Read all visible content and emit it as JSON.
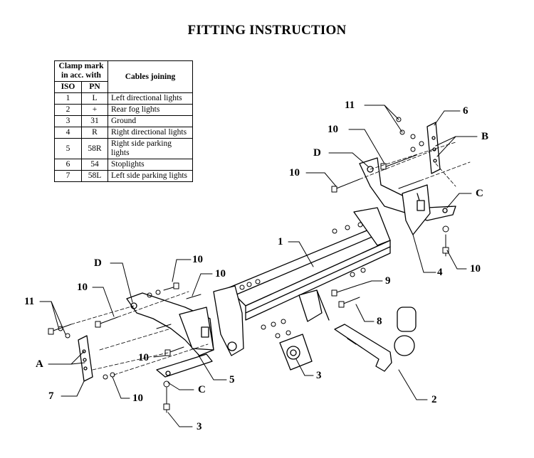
{
  "title": "FITTING INSTRUCTION",
  "table": {
    "header_clamp": "Clamp mark in acc. with",
    "header_cables": "Cables joining",
    "col_iso": "ISO",
    "col_pn": "PN",
    "rows": [
      {
        "iso": "1",
        "pn": "L",
        "desc": "Left directional lights"
      },
      {
        "iso": "2",
        "pn": "+",
        "desc": "Rear fog lights"
      },
      {
        "iso": "3",
        "pn": "31",
        "desc": "Ground"
      },
      {
        "iso": "4",
        "pn": "R",
        "desc": "Right directional lights"
      },
      {
        "iso": "5",
        "pn": "58R",
        "desc": "Right side parking lights"
      },
      {
        "iso": "6",
        "pn": "54",
        "desc": "Stoplights"
      },
      {
        "iso": "7",
        "pn": "58L",
        "desc": "Left side parking lights"
      }
    ]
  },
  "labels": {
    "l11_top": "11",
    "l6": "6",
    "lB": "B",
    "l10_a": "10",
    "lD_top": "D",
    "l10_b": "10",
    "lC_right": "C",
    "l1": "1",
    "l4": "4",
    "l10_c": "10",
    "lD_left": "D",
    "l10_d": "10",
    "l10_e": "10",
    "l10_f": "10",
    "l9": "9",
    "l11_left": "11",
    "l8": "8",
    "lA": "A",
    "l10_g": "10",
    "l5": "5",
    "l3_mid": "3",
    "lC_bottom": "C",
    "l7": "7",
    "l10_h": "10",
    "l2": "2",
    "l3_bottom": "3"
  }
}
